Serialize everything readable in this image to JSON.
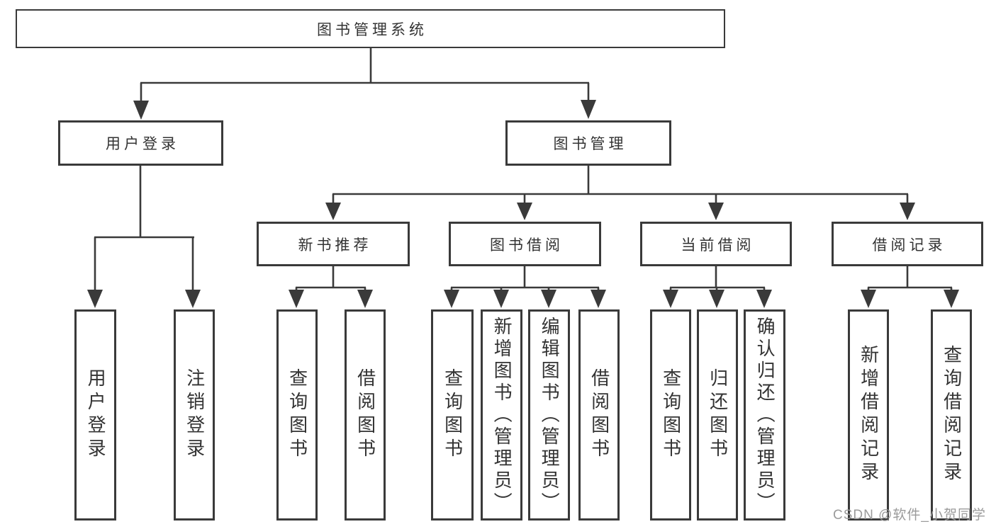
{
  "diagram": {
    "title_node": {
      "label": "图书管理系统"
    },
    "level2": [
      {
        "label": "用户登录"
      },
      {
        "label": "图书管理"
      }
    ],
    "level3": [
      {
        "parent": "图书管理",
        "label": "新书推荐"
      },
      {
        "parent": "图书管理",
        "label": "图书借阅"
      },
      {
        "parent": "图书管理",
        "label": "当前借阅"
      },
      {
        "parent": "图书管理",
        "label": "借阅记录"
      }
    ],
    "leaves": [
      {
        "parent": "用户登录",
        "label": "用户登录"
      },
      {
        "parent": "用户登录",
        "label": "注销登录"
      },
      {
        "parent": "新书推荐",
        "label": "查询图书"
      },
      {
        "parent": "新书推荐",
        "label": "借阅图书"
      },
      {
        "parent": "图书借阅",
        "label": "查询图书"
      },
      {
        "parent": "图书借阅",
        "label": "新增图书（管理员）"
      },
      {
        "parent": "图书借阅",
        "label": "编辑图书（管理员）"
      },
      {
        "parent": "图书借阅",
        "label": "借阅图书"
      },
      {
        "parent": "当前借阅",
        "label": "查询图书"
      },
      {
        "parent": "当前借阅",
        "label": "归还图书"
      },
      {
        "parent": "当前借阅",
        "label": "确认归还（管理员）"
      },
      {
        "parent": "借阅记录",
        "label": "新增借阅记录"
      },
      {
        "parent": "借阅记录",
        "label": "查询借阅记录"
      }
    ],
    "colors": {
      "line": "#3a3a3a",
      "box_border": "#3a3a3a",
      "text": "#333333",
      "background": "#ffffff"
    }
  },
  "watermark": {
    "text": "CSDN @软件_小贺同学",
    "color": "#9b9b9b"
  }
}
